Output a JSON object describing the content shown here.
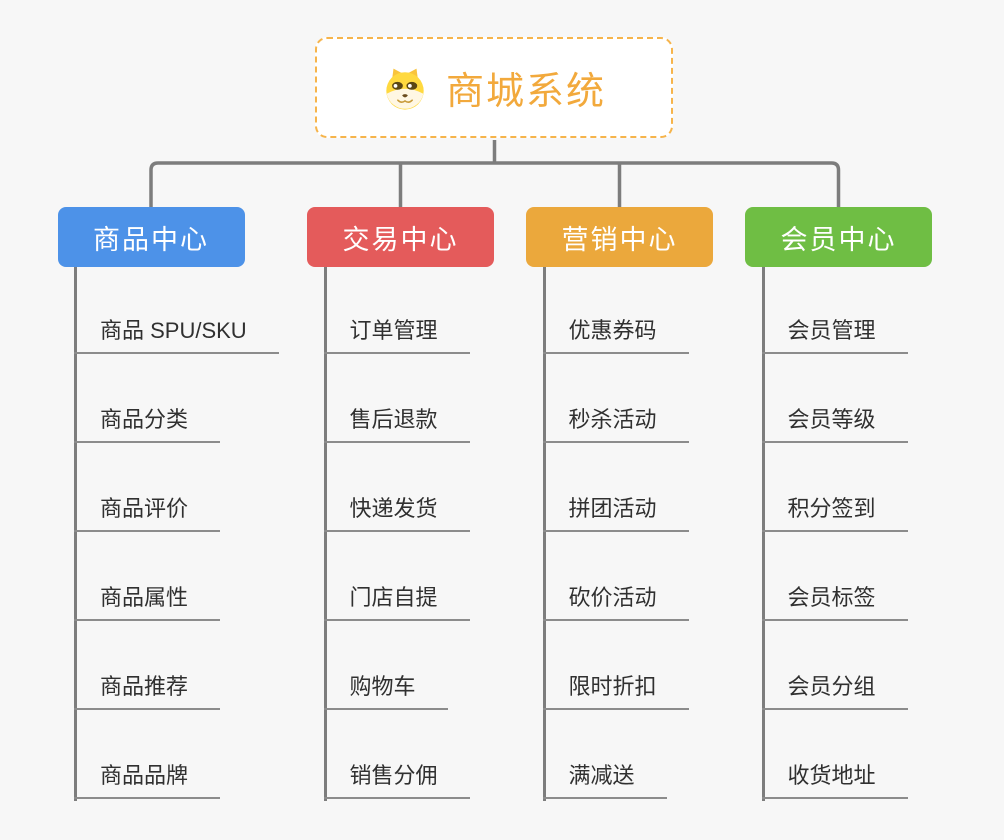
{
  "root": {
    "title": "商城系统",
    "icon": "dog-icon",
    "border_color": "#F6B44B",
    "title_color": "#F2A93C"
  },
  "branches": [
    {
      "label": "商品中心",
      "color": "#4D92E8",
      "items": [
        "商品 SPU/SKU",
        "商品分类",
        "商品评价",
        "商品属性",
        "商品推荐",
        "商品品牌"
      ]
    },
    {
      "label": "交易中心",
      "color": "#E45B5B",
      "items": [
        "订单管理",
        "售后退款",
        "快递发货",
        "门店自提",
        "购物车",
        "销售分佣"
      ]
    },
    {
      "label": "营销中心",
      "color": "#EBA83C",
      "items": [
        "优惠券码",
        "秒杀活动",
        "拼团活动",
        "砍价活动",
        "限时折扣",
        "满减送"
      ]
    },
    {
      "label": "会员中心",
      "color": "#6FBE44",
      "items": [
        "会员管理",
        "会员等级",
        "积分签到",
        "会员标签",
        "会员分组",
        "收货地址"
      ]
    }
  ],
  "colors": {
    "background": "#F7F7F7",
    "connector": "#7D7D7D",
    "underline": "#8C8C8C",
    "item_text": "#303030",
    "branch_label_text": "#FFFFFF"
  }
}
